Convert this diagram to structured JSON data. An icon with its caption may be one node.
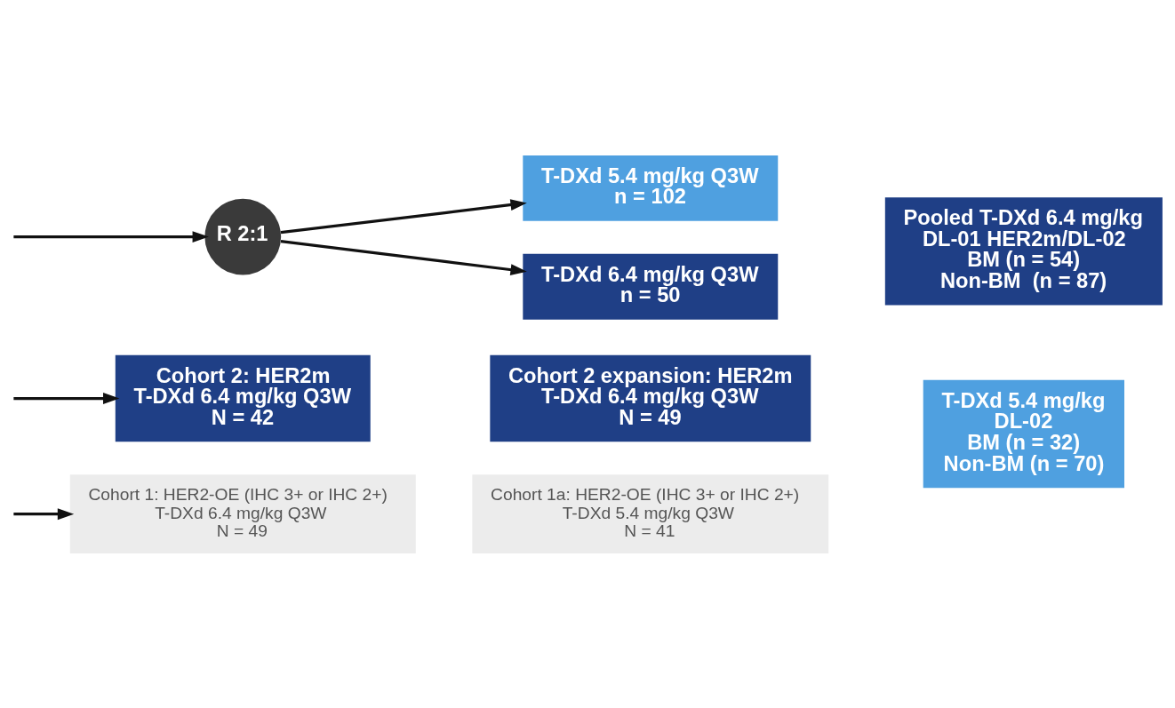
{
  "diagram": {
    "nodes": [
      {
        "text": [
          "Cohort 1: HER2-OE (IHC 3+ or IHC 2+)",
          "T-DXd 6.4 mg/kg Q3W",
          "N = 49"
        ]
      },
      {
        "text": [
          "Cohort 1a: HER2-OE (IHC 3+ or IHC 2+)",
          "T-DXd 5.4 mg/kg Q3W",
          "N = 41"
        ]
      },
      {
        "text": [
          "Cohort 2: HER2m",
          "T-DXd 6.4 mg/kg Q3W",
          "N = 42"
        ]
      },
      {
        "text": [
          "Cohort 2 expansion: HER2m",
          "T-DXd 6.4 mg/kg Q3W",
          "N = 49"
        ]
      },
      {
        "text": [
          "T-DXd 5.4 mg/kg",
          "DL-02",
          "BM (n = 32)",
          "Non-BM (n = 70)"
        ]
      },
      {
        "text": [
          "R 2:1"
        ]
      },
      {
        "text": [
          "T-DXd 5.4 mg/kg Q3W",
          "n = 102"
        ]
      },
      {
        "text": [
          "T-DXd 6.4 mg/kg Q3W",
          "n = 50"
        ]
      },
      {
        "text": [
          "Pooled T-DXd 6.4 mg/kg",
          "DL-01 HER2m/DL-02",
          "BM (n = 54)",
          "Non-BM  (n = 87)"
        ]
      }
    ],
    "edges": [
      {
        "from": null,
        "to": 0,
        "arrow": "to"
      },
      {
        "from": null,
        "to": 2,
        "arrow": "to"
      },
      {
        "from": null,
        "to": 5,
        "arrow": "to"
      },
      {
        "from": 5,
        "to": 6,
        "arrow": "to"
      },
      {
        "from": 5,
        "to": 7,
        "arrow": "to"
      }
    ]
  }
}
